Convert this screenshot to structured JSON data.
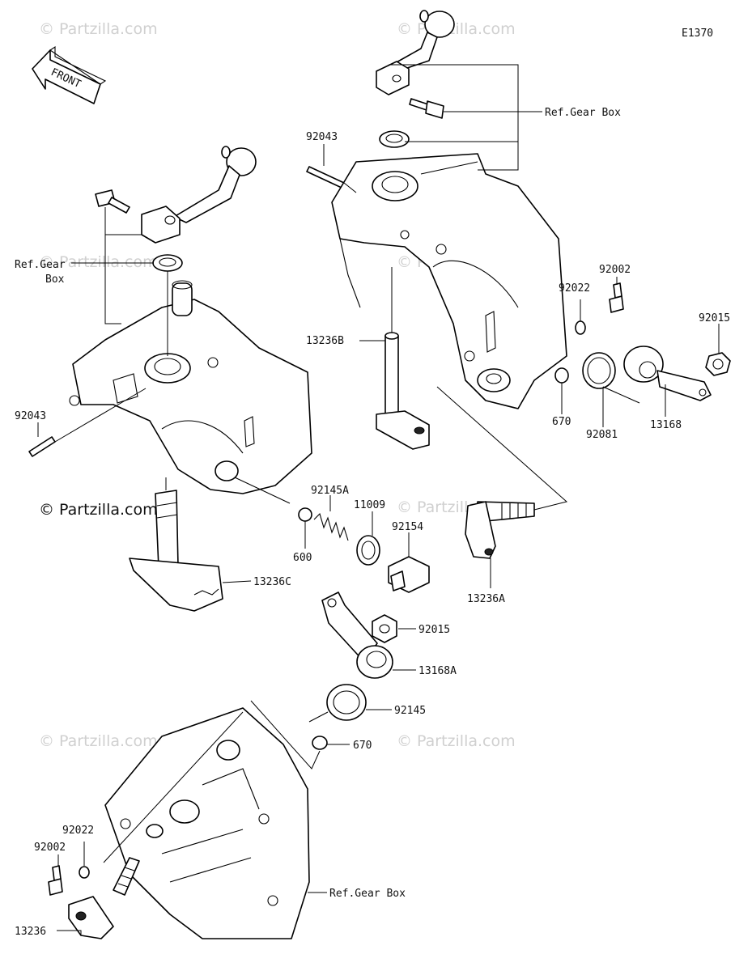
{
  "diagram_code": "E1370",
  "front_label": "FRONT",
  "watermark": "© Partzilla.com",
  "labels": {
    "ref_gear_box_top": "Ref.Gear Box",
    "ref_gear_box_left_1": "Ref.Gear",
    "ref_gear_box_left_2": "Box",
    "ref_gear_box_bottom": "Ref.Gear Box",
    "p92043_top": "92043",
    "p92043_left": "92043",
    "p92002_top": "92002",
    "p92022_top": "92022",
    "p92015_right": "92015",
    "p13236B": "13236B",
    "p670_top": "670",
    "p92081": "92081",
    "p13168": "13168",
    "p92145A": "92145A",
    "p11009": "11009",
    "p92154": "92154",
    "p600": "600",
    "p13236C": "13236C",
    "p13236A": "13236A",
    "p92015_mid": "92015",
    "p13168A": "13168A",
    "p92145": "92145",
    "p670_bottom": "670",
    "p92022_bottom": "92022",
    "p92002_bottom": "92002",
    "p13236": "13236"
  }
}
